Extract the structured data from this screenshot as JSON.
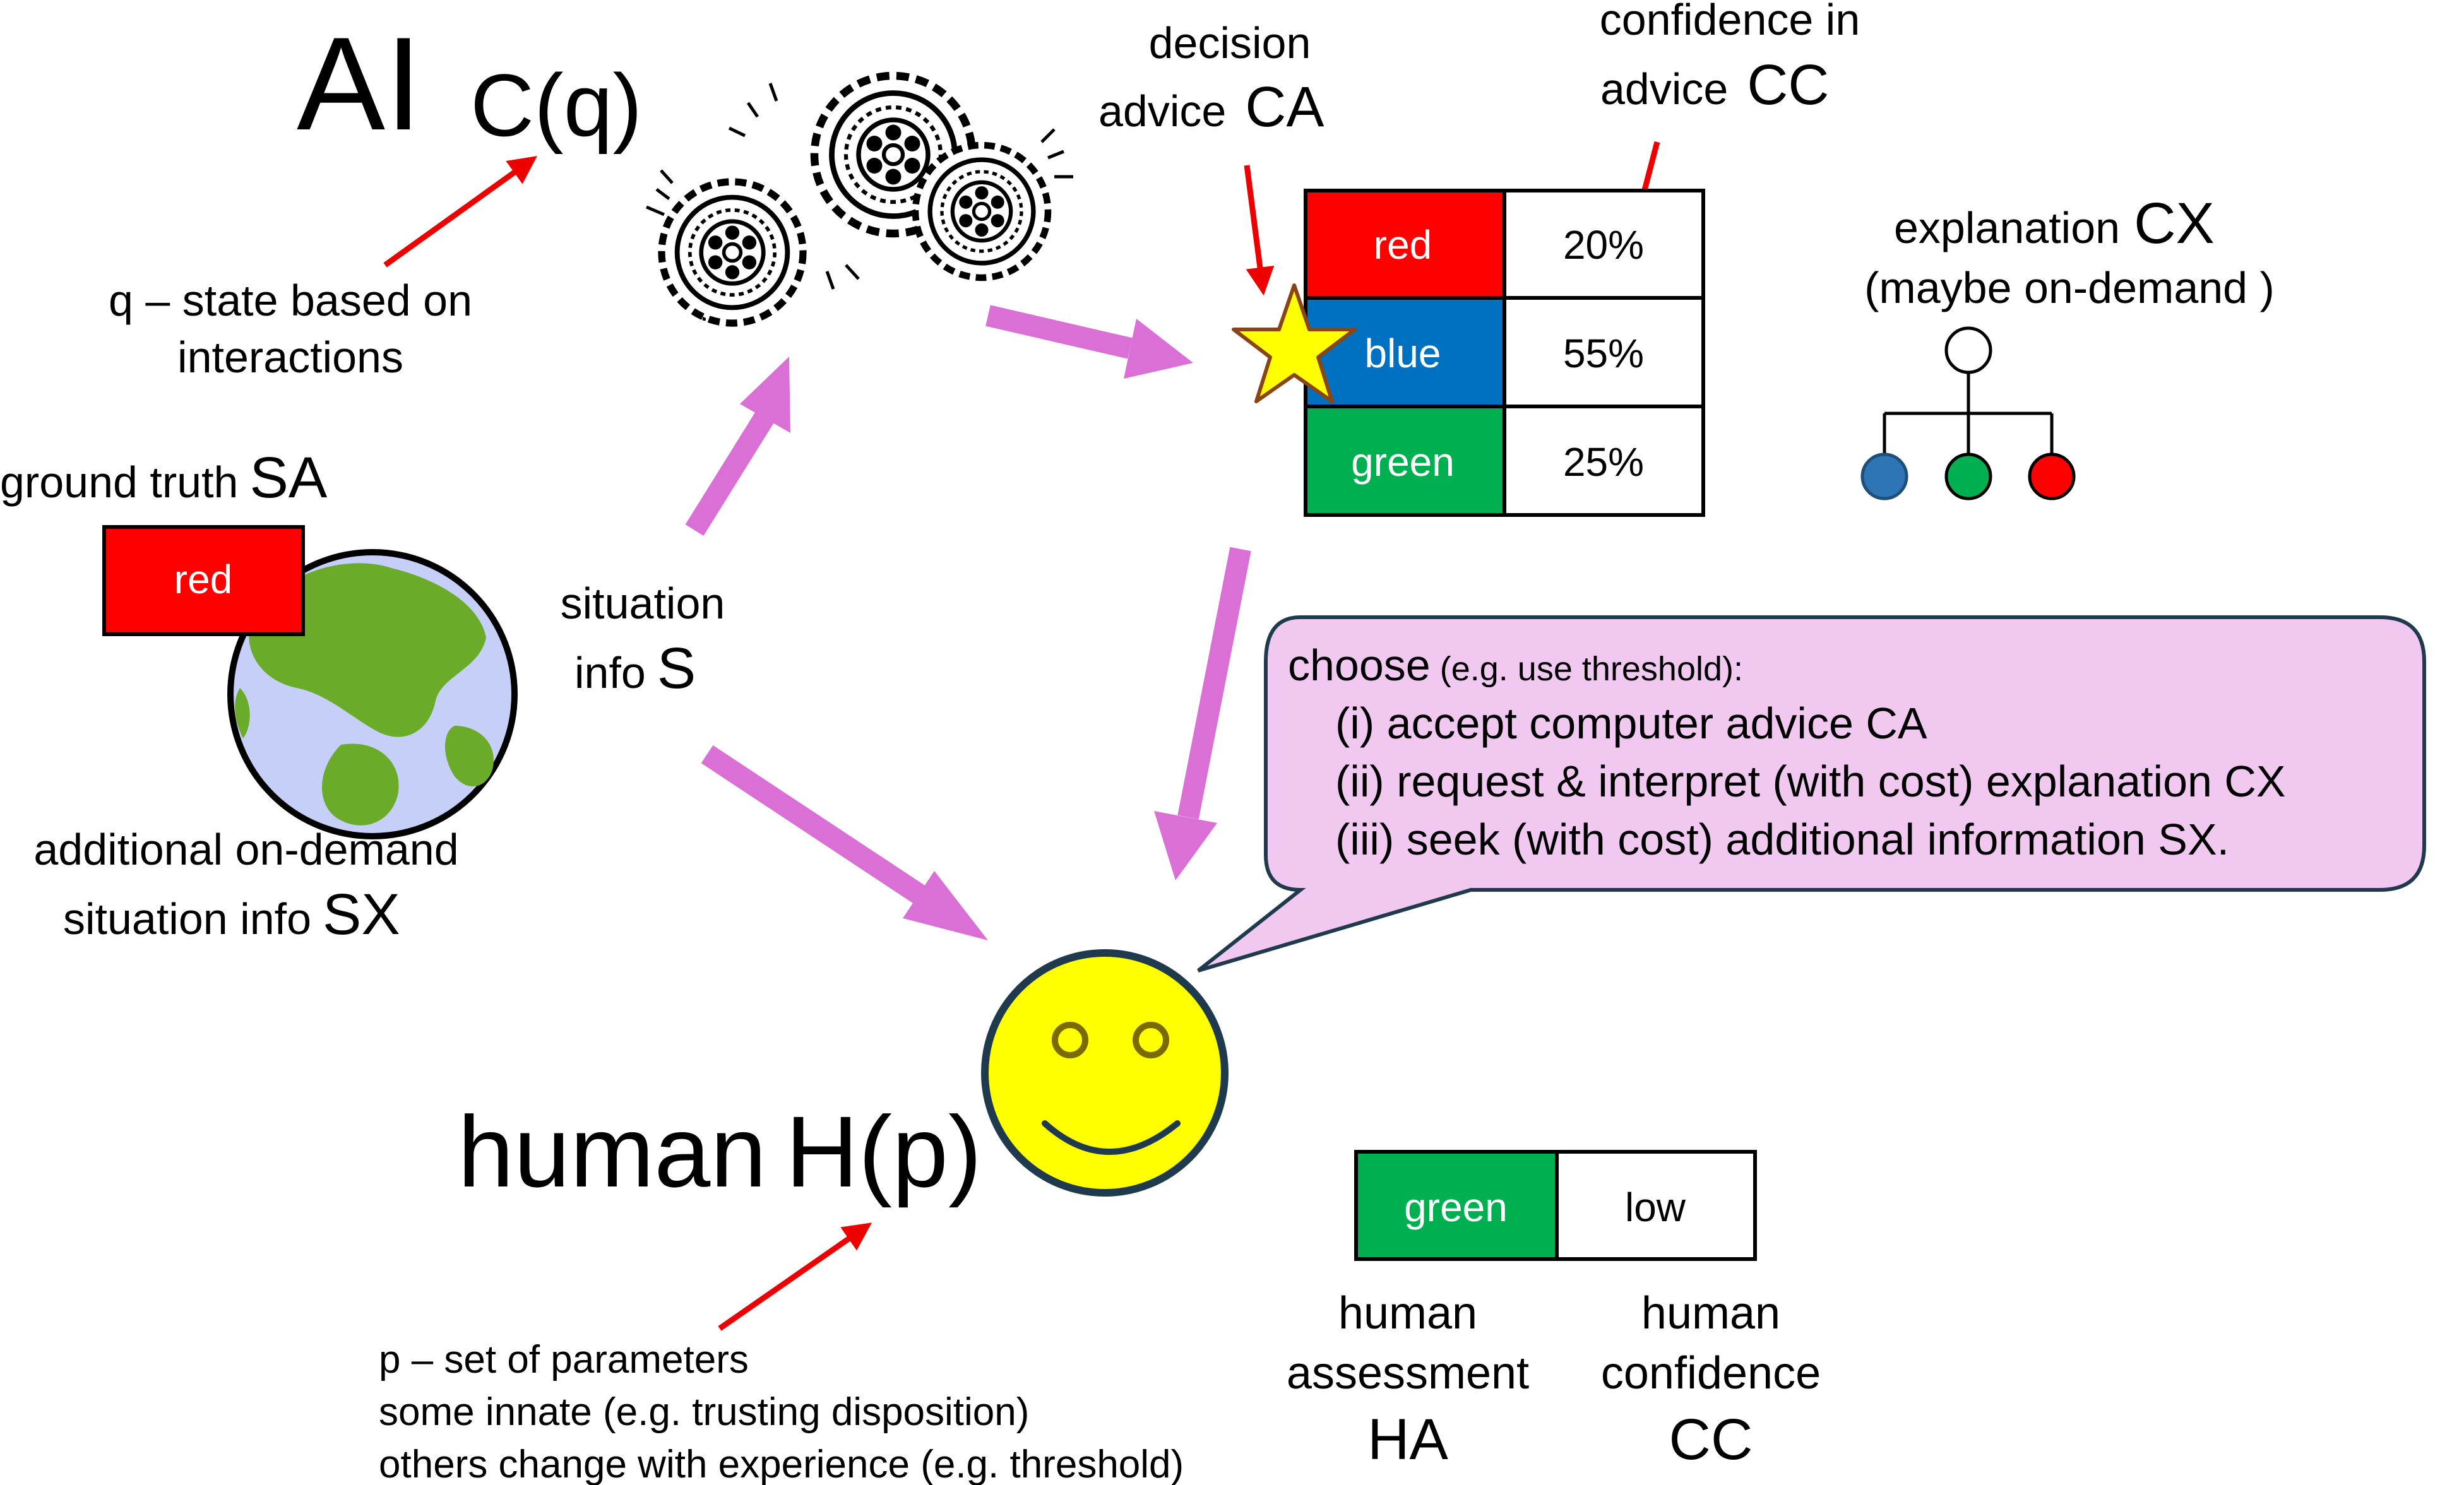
{
  "ai": {
    "title": "AI",
    "state_fn": "C(q)",
    "state_note_line1": "q – state based on",
    "state_note_line2": "interactions",
    "gears_icon": "gears-icon"
  },
  "decision": {
    "label_line1": "decision",
    "label_line2_word": "advice",
    "label_line2_sym": "CA",
    "confidence_line1": "confidence in",
    "confidence_line2_word": "advice",
    "confidence_line2_sym": "CC",
    "star_icon": "star-icon",
    "rows": [
      {
        "option": "red",
        "percent": "20%",
        "color": "#ff0000"
      },
      {
        "option": "blue",
        "percent": "55%",
        "color": "#0070c0"
      },
      {
        "option": "green",
        "percent": "25%",
        "color": "#00b050"
      }
    ]
  },
  "explanation": {
    "label_word": "explanation",
    "label_sym": "CX",
    "sub": "(maybe on-demand )",
    "tree_icon": "tree-icon",
    "leaf_colors": [
      "#2e75b6",
      "#00b050",
      "#ff0000"
    ]
  },
  "ground_truth": {
    "label_words": "ground truth",
    "label_sym": "SA",
    "value": "red",
    "color": "#ff0000",
    "globe_icon": "globe-icon"
  },
  "situation": {
    "line1": "situation",
    "line2_word": "info",
    "line2_sym": "S"
  },
  "additional": {
    "line1": "additional on-demand",
    "line2_words": "situation info",
    "line2_sym": "SX"
  },
  "choose": {
    "word": "choose",
    "hint": " (e.g. use threshold):",
    "options": [
      "(i) accept computer advice CA",
      "(ii)  request & interpret (with cost) explanation CX",
      "(iii)  seek (with cost) additional information SX."
    ],
    "fill": "#f0c8f0"
  },
  "human": {
    "word": "human",
    "fn": "H(p)",
    "smiley_icon": "smiley-face-icon",
    "params_lines": [
      "p – set of parameters",
      "some innate (e.g. trusting disposition)",
      "others change with experience (e.g. threshold)"
    ],
    "assessment_value": "green",
    "confidence_value": "low",
    "assessment_color": "#00b050",
    "assessment_caption": [
      "human",
      "assessment",
      "HA"
    ],
    "confidence_caption": [
      "human",
      "confidence",
      "CC"
    ]
  },
  "colors": {
    "arrow_pink": "#da70d6",
    "arrow_red": "#ee0000"
  }
}
